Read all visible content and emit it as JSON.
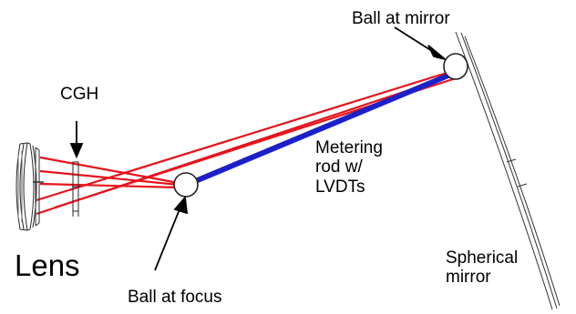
{
  "labels": {
    "ball_at_mirror": "Ball at mirror",
    "cgh": "CGH",
    "metering_rod": "Metering\nrod w/\nLVDTs",
    "lens": "Lens",
    "ball_at_focus": "Ball at focus",
    "spherical_mirror": "Spherical\nmirror"
  },
  "colors": {
    "rays": "#e8121b",
    "metering_rod": "#1c20c8",
    "outline": "#222222",
    "text": "#000000"
  }
}
